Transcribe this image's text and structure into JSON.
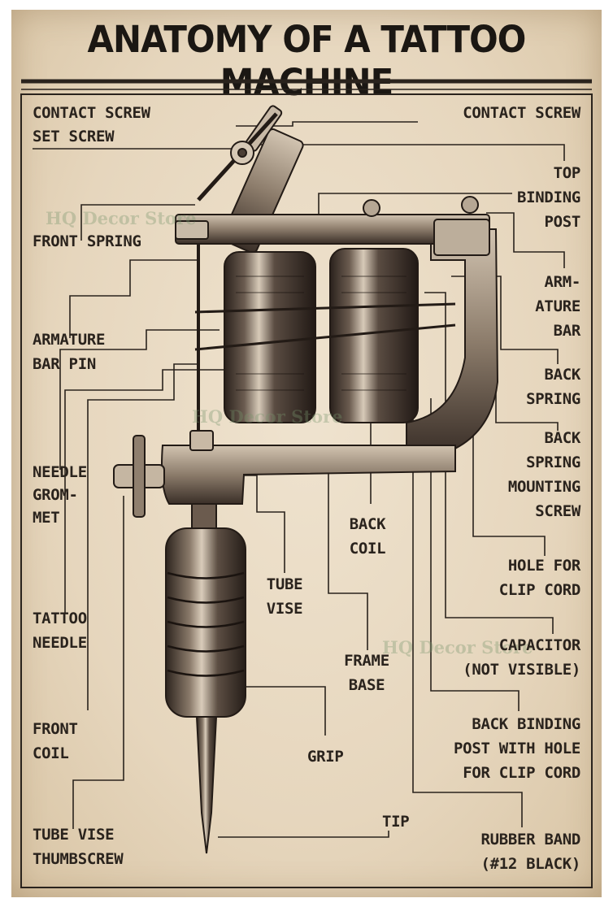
{
  "title": "ANATOMY OF A TATTOO MACHINE",
  "labels": {
    "contact_screw_left": "CONTACT SCREW",
    "set_screw": "SET SCREW",
    "front_spring": "FRONT SPRING",
    "armature_bar_pin": "ARMATURE\nBAR PIN",
    "needle_grommet": "NEEDLE\nGROM-\nMET",
    "tattoo_needle": "TATTOO\nNEEDLE",
    "front_coil": "FRONT\nCOIL",
    "tube_vise_thumbscrew": "TUBE VISE\nTHUMBSCREW",
    "contact_screw_right": "CONTACT SCREW",
    "top_binding_post": "TOP\nBINDING\nPOST",
    "armature_bar": "ARM-\nATURE\nBAR",
    "back_spring": "BACK\nSPRING",
    "back_spring_mounting_screw": "BACK\nSPRING\nMOUNTING\nSCREW",
    "hole_for_clip_cord": "HOLE FOR\nCLIP CORD",
    "capacitor": "CAPACITOR\n(NOT VISIBLE)",
    "back_binding_post": "BACK BINDING\nPOST WITH HOLE\nFOR CLIP CORD",
    "rubber_band": "RUBBER BAND\n(#12 BLACK)",
    "back_coil": "BACK\nCOIL",
    "tube_vise": "TUBE\nVISE",
    "frame_base": "FRAME\nBASE",
    "grip": "GRIP",
    "tip": "TIP"
  },
  "watermark": "HQ Decor Store",
  "colors": {
    "paper": "#e9dcc6",
    "ink": "#2a231d",
    "metal_dark": "#3b302a",
    "metal_light": "#b9aa98"
  }
}
